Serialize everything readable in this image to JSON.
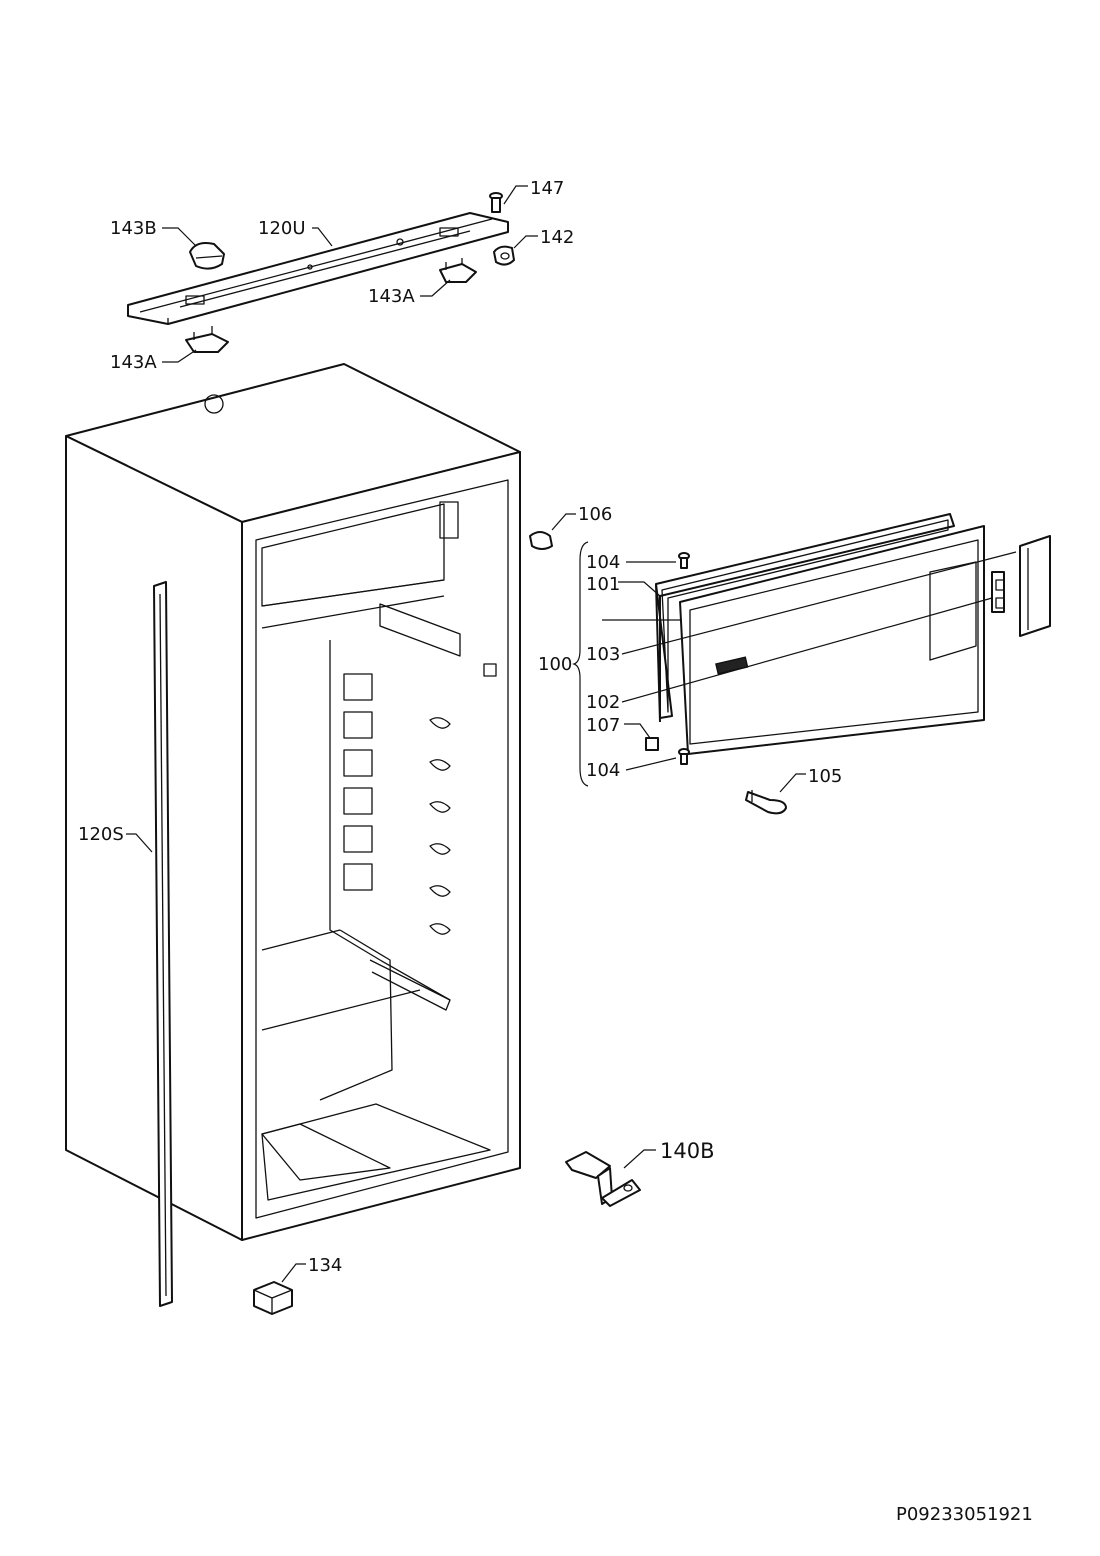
{
  "callouts": {
    "c147": "147",
    "c143B": "143B",
    "c120U": "120U",
    "c142": "142",
    "c143A_top": "143A",
    "c143A_left": "143A",
    "c106": "106",
    "c104_top": "104",
    "c101": "101",
    "c100": "100",
    "c103": "103",
    "c102": "102",
    "c107": "107",
    "c104_bottom": "104",
    "c105": "105",
    "c120S": "120S",
    "c140B": "140B",
    "c134": "134"
  },
  "drawing_code": "P09233051921"
}
